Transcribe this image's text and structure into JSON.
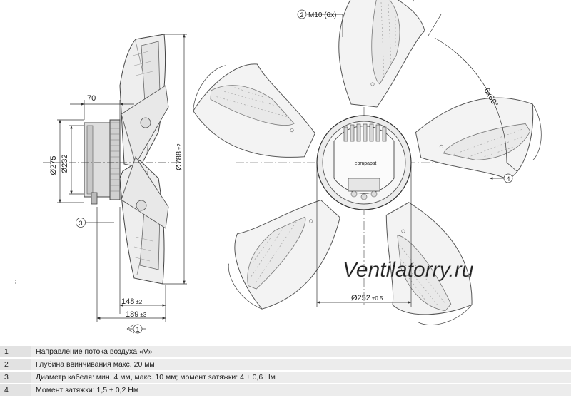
{
  "dimensions": {
    "axial_depth": "70",
    "motor_dia": "Ø275",
    "flange_dia": "Ø232",
    "blade_dia": "Ø788",
    "blade_dia_tol": "±2",
    "length_148": "148",
    "length_148_tol": "±2",
    "length_189": "189",
    "length_189_tol": "±3",
    "hub_dia": "Ø252",
    "hub_dia_tol": "±0.5",
    "thread": "M10 (6x)",
    "angle": "6x60°"
  },
  "markers": {
    "m1": "1",
    "m2": "2",
    "m3": "3",
    "m4": "4"
  },
  "brand_text": "ebmpapst",
  "watermark": "Ventilatorry.ru",
  "legend": [
    {
      "num": "1",
      "text": "Направление потока воздуха «V»"
    },
    {
      "num": "2",
      "text": "Глубина ввинчивания макс. 20 мм"
    },
    {
      "num": "3",
      "text": "Диаметр кабеля: мин. 4 мм, макс. 10 мм; момент затяжки: 4 ± 0,6 Нм"
    },
    {
      "num": "4",
      "text": "Момент затяжки: 1,5 ± 0,2 Нм"
    }
  ]
}
